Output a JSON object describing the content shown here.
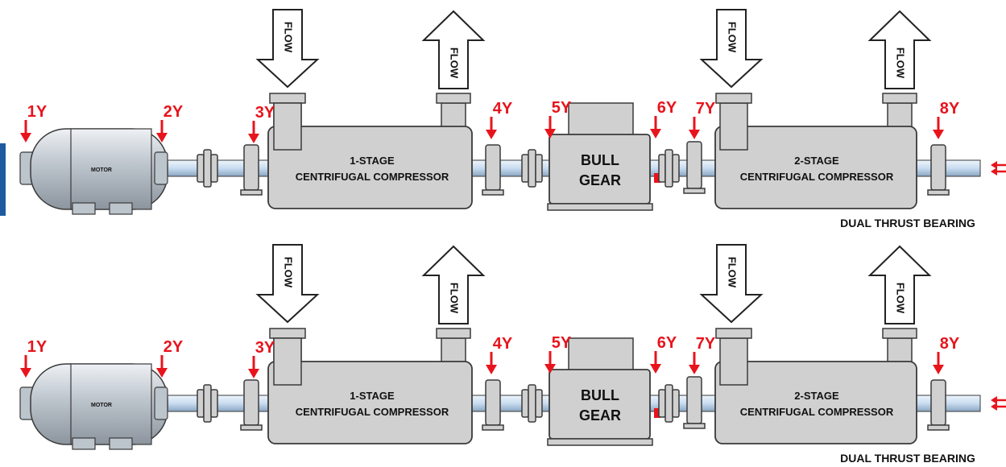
{
  "colors": {
    "sensor_red": "#e8141c",
    "casing_fill": "#d0d0d0",
    "casing_stroke": "#3a3a3a",
    "shaft_fill": "#c8dcf0",
    "motor_fill": "#bcc4cc",
    "accent_blue": "#1e5aa0"
  },
  "motor_label": "MOTOR",
  "compressor1": {
    "line1": "1-STAGE",
    "line2": "CENTRIFUGAL COMPRESSOR"
  },
  "compressor2": {
    "line1": "2-STAGE",
    "line2": "CENTRIFUGAL COMPRESSOR"
  },
  "bull_gear": {
    "line1": "BULL",
    "line2": "GEAR"
  },
  "flow_label": "FLOW",
  "bearing_label": "DUAL THRUST BEARING",
  "sensors": [
    "1Y",
    "2Y",
    "3Y",
    "4Y",
    "5Y",
    "6Y",
    "7Y",
    "8Y"
  ],
  "rows": 2
}
